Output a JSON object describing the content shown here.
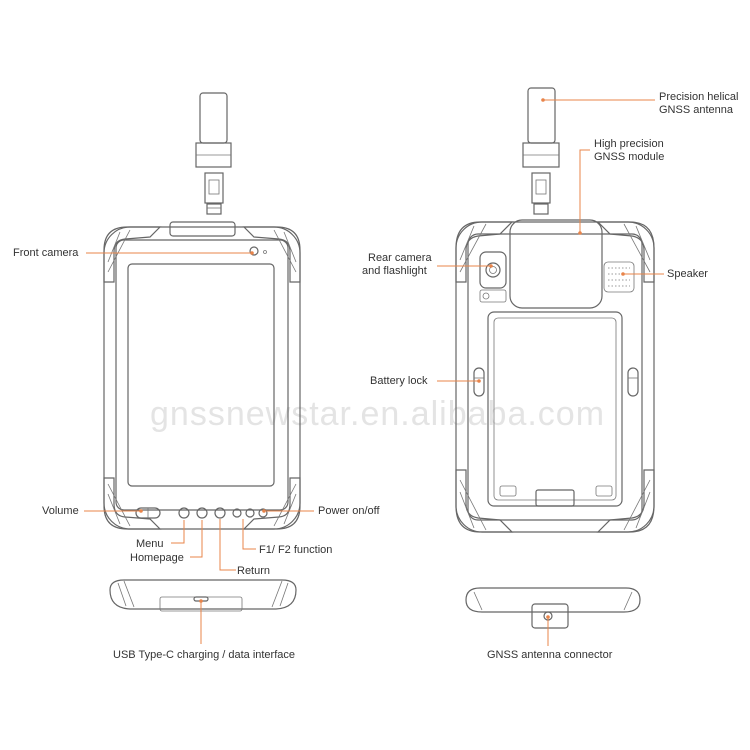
{
  "watermark": "gnssnewstar.en.alibaba.com",
  "colors": {
    "leader": "#e8844a",
    "outline": "#666666",
    "text": "#333333"
  },
  "front_labels": {
    "front_camera": "Front camera",
    "volume": "Volume",
    "menu": "Menu",
    "homepage": "Homepage",
    "return": "Return",
    "f1_f2": "F1/ F2 function",
    "power": "Power on/off",
    "usb": "USB Type-C charging / data interface"
  },
  "back_labels": {
    "helical_antenna_line1": "Precision helical",
    "helical_antenna_line2": "GNSS antenna",
    "gnss_module_line1": "High precision",
    "gnss_module_line2": "GNSS module",
    "rear_camera_line1": "Rear camera",
    "rear_camera_line2": "and flashlight",
    "speaker": "Speaker",
    "battery_lock": "Battery lock",
    "antenna_connector": "GNSS antenna connector"
  }
}
